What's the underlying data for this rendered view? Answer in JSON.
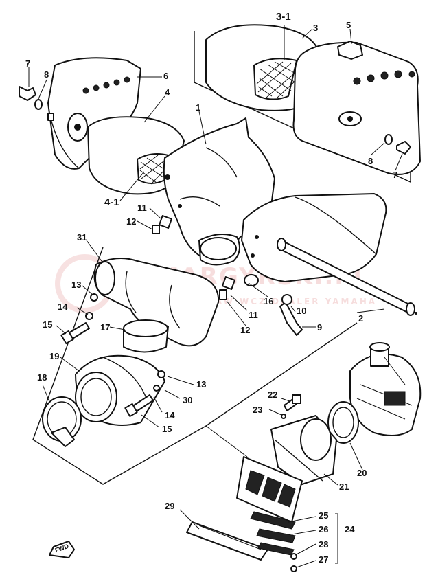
{
  "watermark": {
    "brand": "KAMARGYRSKI.PL",
    "tagline": "WODZISLAW WCZ DEALER YAMAHA",
    "color": "#e07878"
  },
  "callouts": [
    {
      "id": "c-7-left",
      "text": "7"
    },
    {
      "id": "c-8-left",
      "text": "8"
    },
    {
      "id": "c-6",
      "text": "6"
    },
    {
      "id": "c-4",
      "text": "4"
    },
    {
      "id": "c-1",
      "text": "1"
    },
    {
      "id": "c-3-1",
      "text": "3-1"
    },
    {
      "id": "c-3",
      "text": "3"
    },
    {
      "id": "c-5",
      "text": "5"
    },
    {
      "id": "c-8-right",
      "text": "8"
    },
    {
      "id": "c-7-right",
      "text": "7"
    },
    {
      "id": "c-4-1",
      "text": "4-1"
    },
    {
      "id": "c-11-top",
      "text": "11"
    },
    {
      "id": "c-12-top",
      "text": "12"
    },
    {
      "id": "c-31",
      "text": "31"
    },
    {
      "id": "c-13-left",
      "text": "13"
    },
    {
      "id": "c-14-left",
      "text": "14"
    },
    {
      "id": "c-15-left",
      "text": "15"
    },
    {
      "id": "c-17",
      "text": "17"
    },
    {
      "id": "c-19",
      "text": "19"
    },
    {
      "id": "c-18",
      "text": "18"
    },
    {
      "id": "c-16",
      "text": "16"
    },
    {
      "id": "c-10",
      "text": "10"
    },
    {
      "id": "c-11-mid",
      "text": "11"
    },
    {
      "id": "c-12-mid",
      "text": "12"
    },
    {
      "id": "c-9",
      "text": "9"
    },
    {
      "id": "c-2",
      "text": "2"
    },
    {
      "id": "c-13-right",
      "text": "13"
    },
    {
      "id": "c-30",
      "text": "30"
    },
    {
      "id": "c-14-right",
      "text": "14"
    },
    {
      "id": "c-15-right",
      "text": "15"
    },
    {
      "id": "c-22",
      "text": "22"
    },
    {
      "id": "c-23",
      "text": "23"
    },
    {
      "id": "c-20",
      "text": "20"
    },
    {
      "id": "c-21",
      "text": "21"
    },
    {
      "id": "c-29",
      "text": "29"
    },
    {
      "id": "c-25",
      "text": "25"
    },
    {
      "id": "c-26",
      "text": "26"
    },
    {
      "id": "c-24",
      "text": "24"
    },
    {
      "id": "c-28",
      "text": "28"
    },
    {
      "id": "c-27",
      "text": "27"
    }
  ],
  "footer": {
    "direction_tag": "FWD"
  }
}
